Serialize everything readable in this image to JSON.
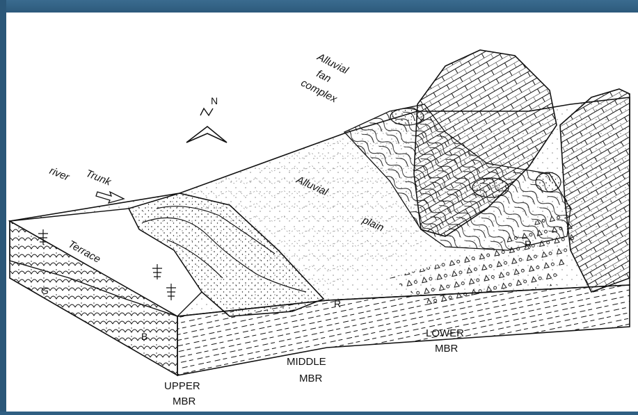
{
  "labels": {
    "alluvial_fan": [
      "Alluvial",
      "fan",
      "complex"
    ],
    "trunk_river": [
      "Trunk",
      "river"
    ],
    "alluvial_plain": [
      "Alluvial",
      "plain"
    ],
    "terrace": "Terrace",
    "upper_mbr": [
      "UPPER",
      "MBR"
    ],
    "middle_mbr": [
      "MIDDLE",
      "MBR"
    ],
    "lower_mbr": [
      "LOWER",
      "MBR"
    ],
    "north": "N",
    "unit_g": "G",
    "unit_b": "B",
    "unit_r_left": "R",
    "unit_r_right": "R"
  },
  "colors": {
    "frame": "#2f5f82",
    "background": "#ffffff",
    "ink": "#111111"
  }
}
